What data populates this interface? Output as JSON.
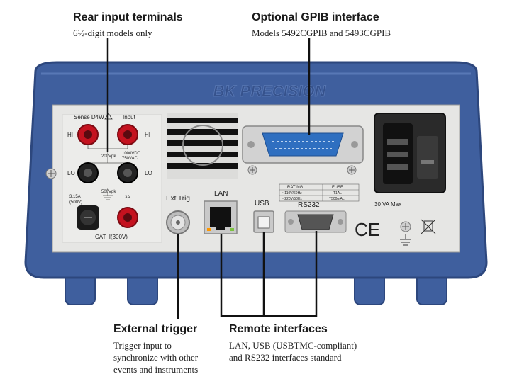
{
  "callouts": {
    "rear_input": {
      "title": "Rear input terminals",
      "desc": "6½-digit models only"
    },
    "gpib": {
      "title": "Optional GPIB interface",
      "desc": "Models 5492CGPIB and 5493CGPIB"
    },
    "ext_trigger": {
      "title": "External trigger",
      "desc": [
        "Trigger input to",
        "synchronize with other",
        "events and instruments"
      ]
    },
    "remote": {
      "title": "Remote interfaces",
      "desc": [
        "LAN, USB (USBTMC-compliant)",
        "and RS232 interfaces standard"
      ]
    }
  },
  "panel": {
    "brand": "BK PRECISION",
    "sense_label": "Sense D4W",
    "input_label": "Input",
    "hi": "HI",
    "lo": "LO",
    "v200": "200Vpk",
    "v1000": "1000VDC",
    "v750": "750VAC",
    "v500": "500Vpk",
    "fuse_rating": "3.15A",
    "fuse_volt": "(500V)",
    "amp3": "3A",
    "cat": "CAT II(300V)",
    "ext_trig": "Ext Trig",
    "lan": "LAN",
    "usb": "USB",
    "rs232": "RS232",
    "rating_table": {
      "headers": [
        "RATING",
        "FUSE"
      ],
      "rows": [
        [
          "~ 110V/60Hz",
          "T1AL"
        ],
        [
          "~ 220V/50Hz",
          "T500mAL"
        ]
      ]
    },
    "va": "30 VA Max",
    "ce": "CE"
  },
  "colors": {
    "frame_blue": "#3f5f9e",
    "frame_dark": "#2d477d",
    "panel_gray": "#e6e6e4",
    "terminal_red": "#c4121f",
    "connector_blue": "#2f6fc0",
    "line": "#111111"
  }
}
